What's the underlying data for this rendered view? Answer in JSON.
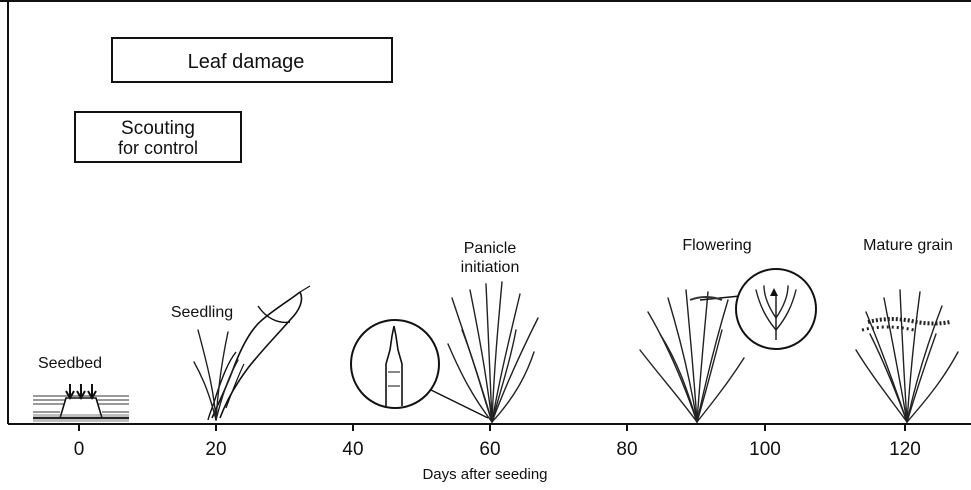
{
  "boxes": {
    "leaf_damage": "Leaf damage",
    "scouting_line1": "Scouting",
    "scouting_line2": "for control"
  },
  "stages": {
    "seedbed": "Seedbed",
    "seedling": "Seedling",
    "panicle_line1": "Panicle",
    "panicle_line2": "initiation",
    "flowering": "Flowering",
    "mature": "Mature grain"
  },
  "axis": {
    "title": "Days after seeding",
    "ticks": [
      "0",
      "20",
      "40",
      "60",
      "80",
      "100",
      "120"
    ]
  }
}
